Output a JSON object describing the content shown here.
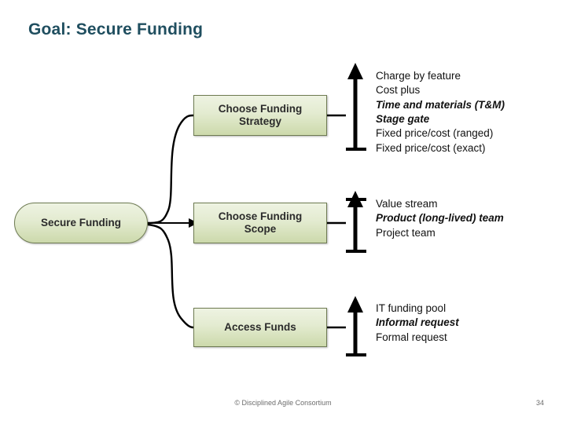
{
  "slide": {
    "title": "Goal: Secure Funding",
    "title_color": "#1f4e5f",
    "background": "#ffffff"
  },
  "diagram": {
    "node_fill_top": "#eef3e2",
    "node_fill_bottom": "#ccd9ab",
    "node_border": "#6e7b52",
    "root": {
      "label": "Secure Funding"
    },
    "branches": [
      {
        "id": "strategy",
        "node_line1": "Choose Funding",
        "node_line2": "Strategy",
        "options": [
          {
            "text": "Charge by feature",
            "emphasis": false
          },
          {
            "text": "Cost plus",
            "emphasis": false
          },
          {
            "text": "Time and materials (T&M)",
            "emphasis": true
          },
          {
            "text": "Stage gate",
            "emphasis": true
          },
          {
            "text": "Fixed price/cost (ranged)",
            "emphasis": false
          },
          {
            "text": "Fixed price/cost (exact)",
            "emphasis": false
          }
        ]
      },
      {
        "id": "scope",
        "node_line1": "Choose Funding",
        "node_line2": "Scope",
        "options": [
          {
            "text": "Value stream",
            "emphasis": false
          },
          {
            "text": "Product (long-lived) team",
            "emphasis": true
          },
          {
            "text": "Project team",
            "emphasis": false
          }
        ]
      },
      {
        "id": "access",
        "node_line1": "Access Funds",
        "node_line2": "",
        "options": [
          {
            "text": "IT funding pool",
            "emphasis": false
          },
          {
            "text": "Informal request",
            "emphasis": true
          },
          {
            "text": "Formal request",
            "emphasis": false
          }
        ]
      }
    ]
  },
  "footer": {
    "credit": "© Disciplined Agile Consortium",
    "page_number": "34"
  }
}
